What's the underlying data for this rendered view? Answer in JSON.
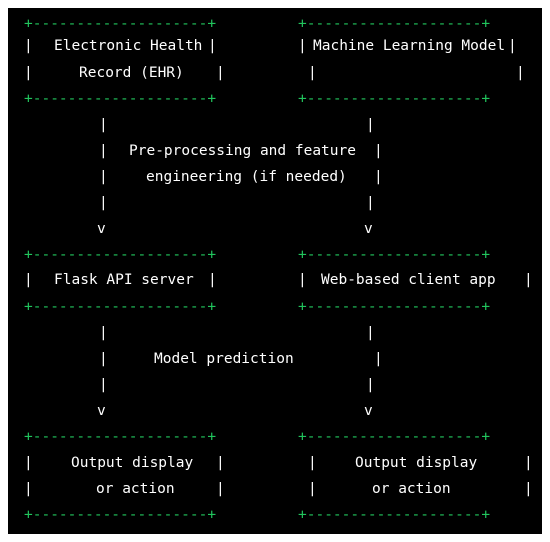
{
  "colors": {
    "background": "#000000",
    "text": "#ffffff",
    "border": "#21c55d"
  },
  "diagram": {
    "border_left": "+--------------------+",
    "border_right": "+--------------------+",
    "box_ehr": {
      "line1": "Electronic Health",
      "line2": "Record (EHR)"
    },
    "box_ml": {
      "line1": "Machine Learning Model"
    },
    "connector_preprocessing": {
      "line1": "Pre-processing and feature",
      "line2": "engineering (if needed)"
    },
    "box_flask": {
      "line1": "Flask API server"
    },
    "box_client": {
      "line1": "Web-based client app"
    },
    "connector_prediction": {
      "line1": "Model prediction"
    },
    "box_output_left": {
      "line1": "Output display",
      "line2": "or action"
    },
    "box_output_right": {
      "line1": "Output display",
      "line2": "or action"
    },
    "pipe": "|",
    "arrow": "v"
  }
}
